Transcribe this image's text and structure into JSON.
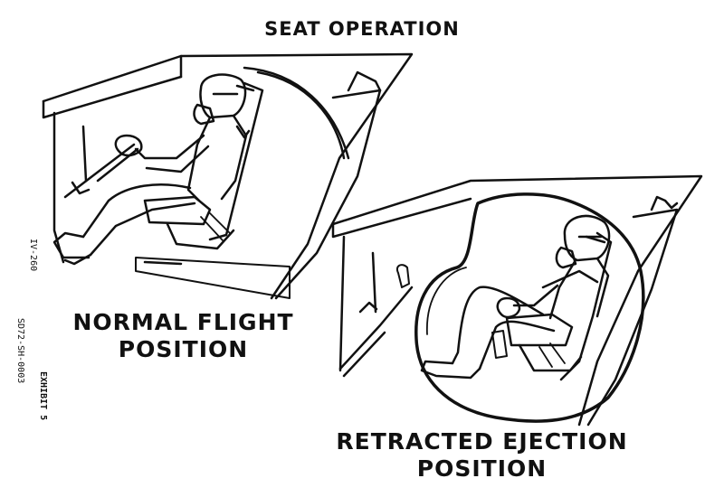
{
  "diagram": {
    "title": "SEAT OPERATION",
    "normal_caption_line1": "NORMAL FLIGHT",
    "normal_caption_line2": "POSITION",
    "retracted_caption_line1": "RETRACTED EJECTION",
    "retracted_caption_line2": "POSITION",
    "figure_code": "IV-260",
    "document_code": "SD72-SH-0003",
    "exhibit_label": "EXHIBIT 5",
    "line_color": "#111111",
    "background_color": "#ffffff"
  }
}
